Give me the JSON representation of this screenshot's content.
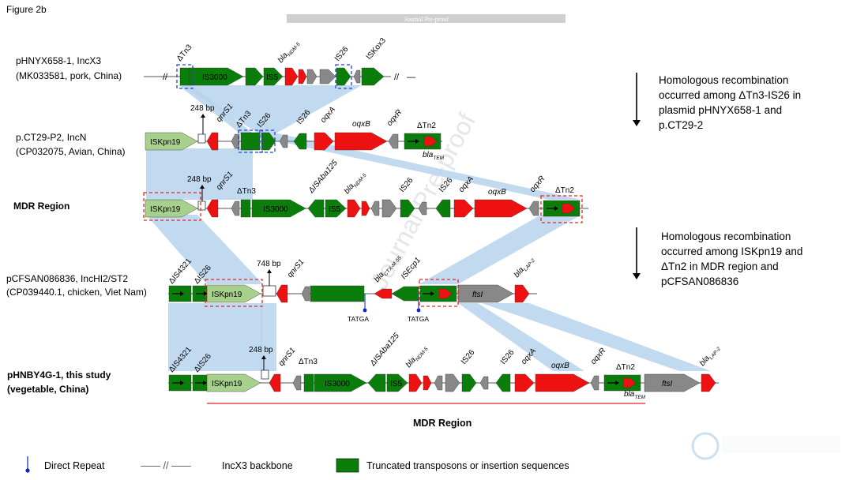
{
  "figure_label": "Figure 2b",
  "banner": "Journal Pre-proof",
  "watermark": "Journal Pre-proof",
  "plasmids": [
    {
      "line1": "pHNYX658-1, IncX3",
      "line2": "(MK033581, pork, China)",
      "bold": false
    },
    {
      "line1": "p.CT29-P2, IncN",
      "line2": "(CP032075, Avian, China)",
      "bold": false
    },
    {
      "line1": "MDR Region",
      "line2": "",
      "bold": true
    },
    {
      "line1": "pCFSAN086836, IncHI2/ST2",
      "line2": "(CP039440.1, chicken, Viet Nam)",
      "bold": false
    },
    {
      "line1": "pHNBY4G-1, this study",
      "line2": "(vegetable, China)",
      "bold": true
    }
  ],
  "notes": [
    {
      "lines": [
        "Homologous recombination",
        "occurred among ΔTn3-IS26 in",
        "plasmid pHNYX658-1 and",
        "p.CT29-2"
      ]
    },
    {
      "lines": [
        "Homologous recombination",
        "occurred among ISKpn19 and",
        "ΔTn2 in MDR region and",
        "pCFSAN086836"
      ]
    }
  ],
  "gene_labels": {
    "dTn3": "ΔTn3",
    "IS3000": "IS3000",
    "IS5": "IS5",
    "IS26": "IS26",
    "ISKox3": "ISKox3",
    "ISKpn19": "ISKpn19",
    "qnrS1": "qnrS1",
    "oqxA": "oqxA",
    "oqxB": "oqxB",
    "oqxR": "oqxR",
    "dTn2": "ΔTn2",
    "blaTEM": "bla",
    "blaTEM_sub": "TEM",
    "blaNDM": "bla",
    "blaNDM_sub": "NDM-5",
    "blaCTX": "bla",
    "blaCTX_sub": "CTX-M-55",
    "blaLAP": "bla",
    "blaLAP_sub": "LAP-2",
    "dISAba125": "ΔISAba125",
    "dIS4321": "ΔIS4321",
    "dIS26": "ΔIS26",
    "ISEcp1": "ISEcp1",
    "ftsI": "ftsI",
    "bp248": "248 bp",
    "bp748": "748 bp",
    "TATGA": "TATGA",
    "slashes": "//",
    "dash": "—"
  },
  "bottom_region_label": "MDR Region",
  "legend": {
    "direct_repeat": "Direct Repeat",
    "backbone": "IncX3 backbone",
    "truncated": "Truncated transposons or insertion sequences",
    "backbone_symbol": "—— // ——"
  },
  "colors": {
    "green": "#0a7d0a",
    "red": "#ee1111",
    "light_green": "#a8d08d",
    "grey": "#888888",
    "blue_band": "#b7d3ec",
    "dashed_blue": "#2244cc",
    "dashed_red": "#e8232a"
  }
}
